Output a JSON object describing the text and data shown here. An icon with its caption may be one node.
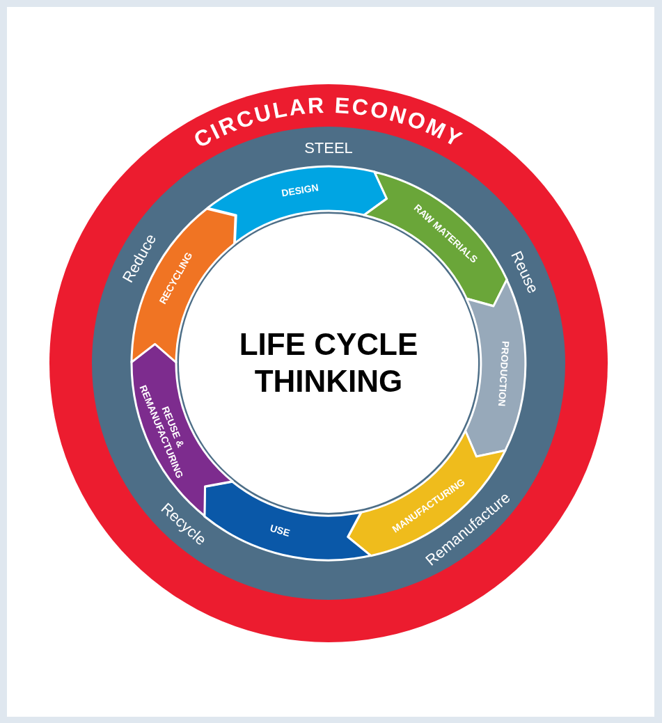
{
  "diagram": {
    "nodes": [
      {
        "text": [
          "CIRCULAR ECONOMY"
        ]
      },
      {
        "text": [
          "STEEL"
        ],
        "in": 0
      },
      {
        "text": [
          "LIFE CYCLE THINKING"
        ],
        "in": 1
      },
      {
        "text": [
          "DESIGN"
        ],
        "in": 1
      },
      {
        "text": [
          "RAW MATERIALS"
        ],
        "in": 1
      },
      {
        "text": [
          "PRODUCTION"
        ],
        "in": 1
      },
      {
        "text": [
          "MANUFACTURING"
        ],
        "in": 1
      },
      {
        "text": [
          "USE"
        ],
        "in": 1
      },
      {
        "text": [
          "REUSE & REMANUFACTURING"
        ],
        "in": 1
      },
      {
        "text": [
          "RECYCLING"
        ],
        "in": 1
      }
    ],
    "labels": [
      "Reduce",
      "Reuse",
      "Recycle",
      "Remanufacture"
    ]
  }
}
